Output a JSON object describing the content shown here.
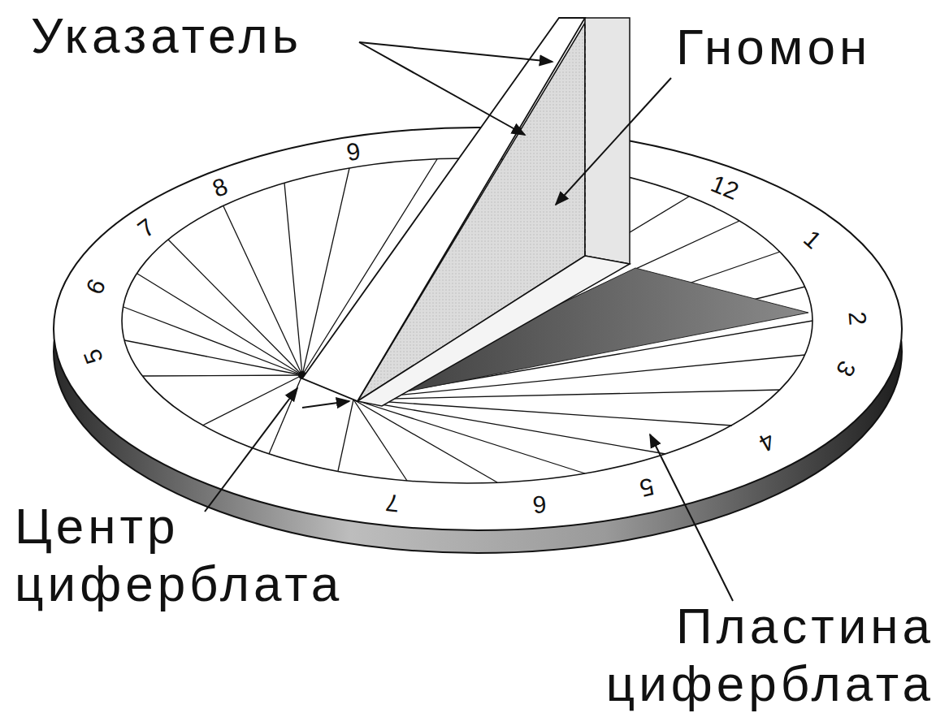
{
  "diagram": {
    "labels": [
      "Указатель",
      "Гномон",
      "Центр циферблата",
      "Пластина циферблата",
      "9",
      "8",
      "7",
      "6",
      "5",
      "12",
      "1",
      "2",
      "3",
      "4",
      "5",
      "6",
      "7"
    ]
  }
}
